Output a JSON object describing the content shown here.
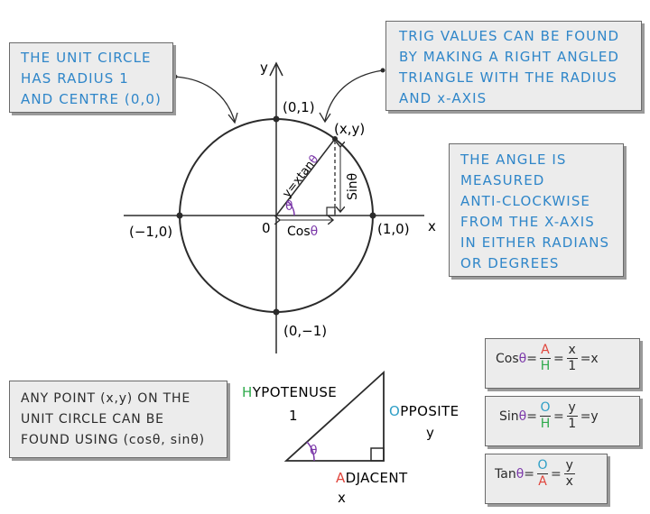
{
  "boxes": {
    "unit_circle_note": [
      "THE UNIT CIRCLE",
      "HAS RADIUS 1",
      "AND CENTRE (0,0)"
    ],
    "trig_values_note": [
      "TRIG VALUES CAN BE FOUND",
      "BY MAKING A RIGHT ANGLED",
      "TRIANGLE WITH THE RADIUS",
      "AND x-AXIS"
    ],
    "angle_note": [
      "THE ANGLE IS",
      "MEASURED",
      "ANTI-CLOCKWISE",
      "FROM THE X-AXIS",
      "IN EITHER RADIANS",
      "OR DEGREES"
    ],
    "any_point_note": [
      "ANY POINT (x,y) ON THE",
      "UNIT CIRCLE CAN BE",
      "FOUND USING (cosθ, sinθ)"
    ]
  },
  "circle_diagram": {
    "x_axis_label": "x",
    "y_axis_label": "y",
    "origin_label": "0",
    "point_top": "(0,1)",
    "point_bottom": "(0,−1)",
    "point_left": "(−1,0)",
    "point_right": "(1,0)",
    "point_xy": "(x,y)",
    "radius_label_prefix": "y=xtan",
    "theta": "θ",
    "sin_label_prefix": "Sin",
    "cos_label_prefix": "Cos"
  },
  "triangle": {
    "hypotenuse_initial": "H",
    "hypotenuse_rest": "YPOTENUSE",
    "hypotenuse_value": "1",
    "opposite_initial": "O",
    "opposite_rest": "PPOSITE",
    "opposite_value": "y",
    "adjacent_initial": "A",
    "adjacent_rest": "DJACENT",
    "adjacent_value": "x",
    "theta": "θ"
  },
  "formulas": {
    "cos": {
      "func": "Cos",
      "theta": "θ",
      "num": "A",
      "den": "H",
      "num2": "x",
      "den2": "1",
      "result": "=x"
    },
    "sin": {
      "func": "Sin",
      "theta": "θ",
      "num": "O",
      "den": "H",
      "num2": "y",
      "den2": "1",
      "result": "=y"
    },
    "tan": {
      "func": "Tan",
      "theta": "θ",
      "num": "O",
      "den": "A",
      "num2": "y",
      "den2": "x",
      "result": ""
    }
  },
  "colors": {
    "note_text": "#2f86c9",
    "theta": "#7a36a8",
    "adjacent": "#e0453c",
    "hypotenuse": "#2faa4c",
    "opposite": "#2f9fc6"
  }
}
